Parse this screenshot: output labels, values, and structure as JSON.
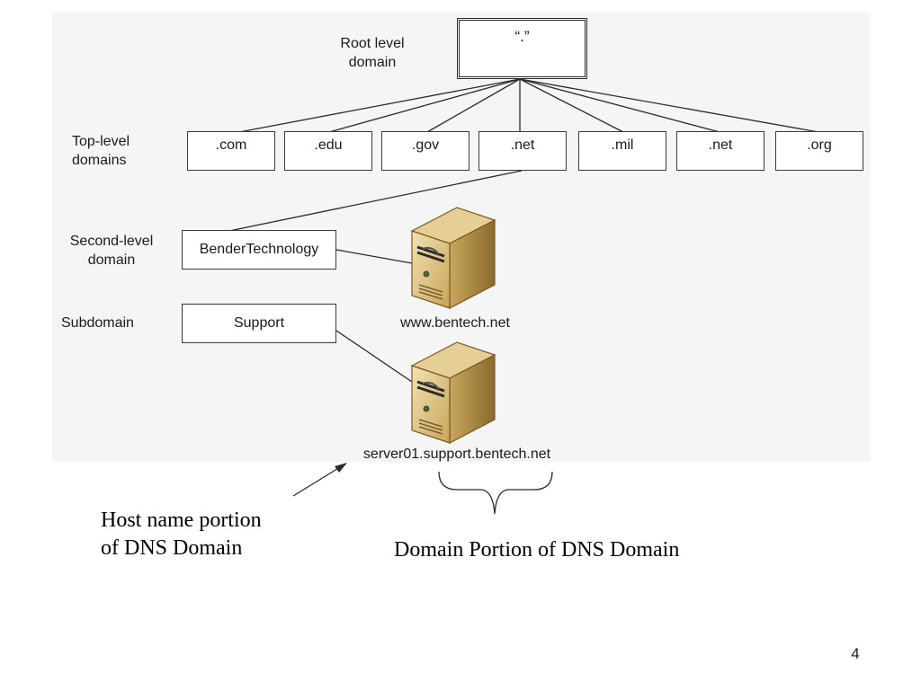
{
  "levels": {
    "root": "Root level\ndomain",
    "top": "Top-level\ndomains",
    "second": "Second-level\ndomain",
    "sub": "Subdomain"
  },
  "root_box": "“.”",
  "tlds": [
    ".com",
    ".edu",
    ".gov",
    ".net",
    ".mil",
    ".net",
    ".org"
  ],
  "second_level_box": "BenderTechnology",
  "subdomain_box": "Support",
  "servers": {
    "www": "www.bentech.net",
    "host": "server01.support.bentech.net"
  },
  "annotations": {
    "host_portion": "Host name portion\nof DNS Domain",
    "domain_portion": "Domain Portion of DNS Domain"
  },
  "page_number": "4"
}
